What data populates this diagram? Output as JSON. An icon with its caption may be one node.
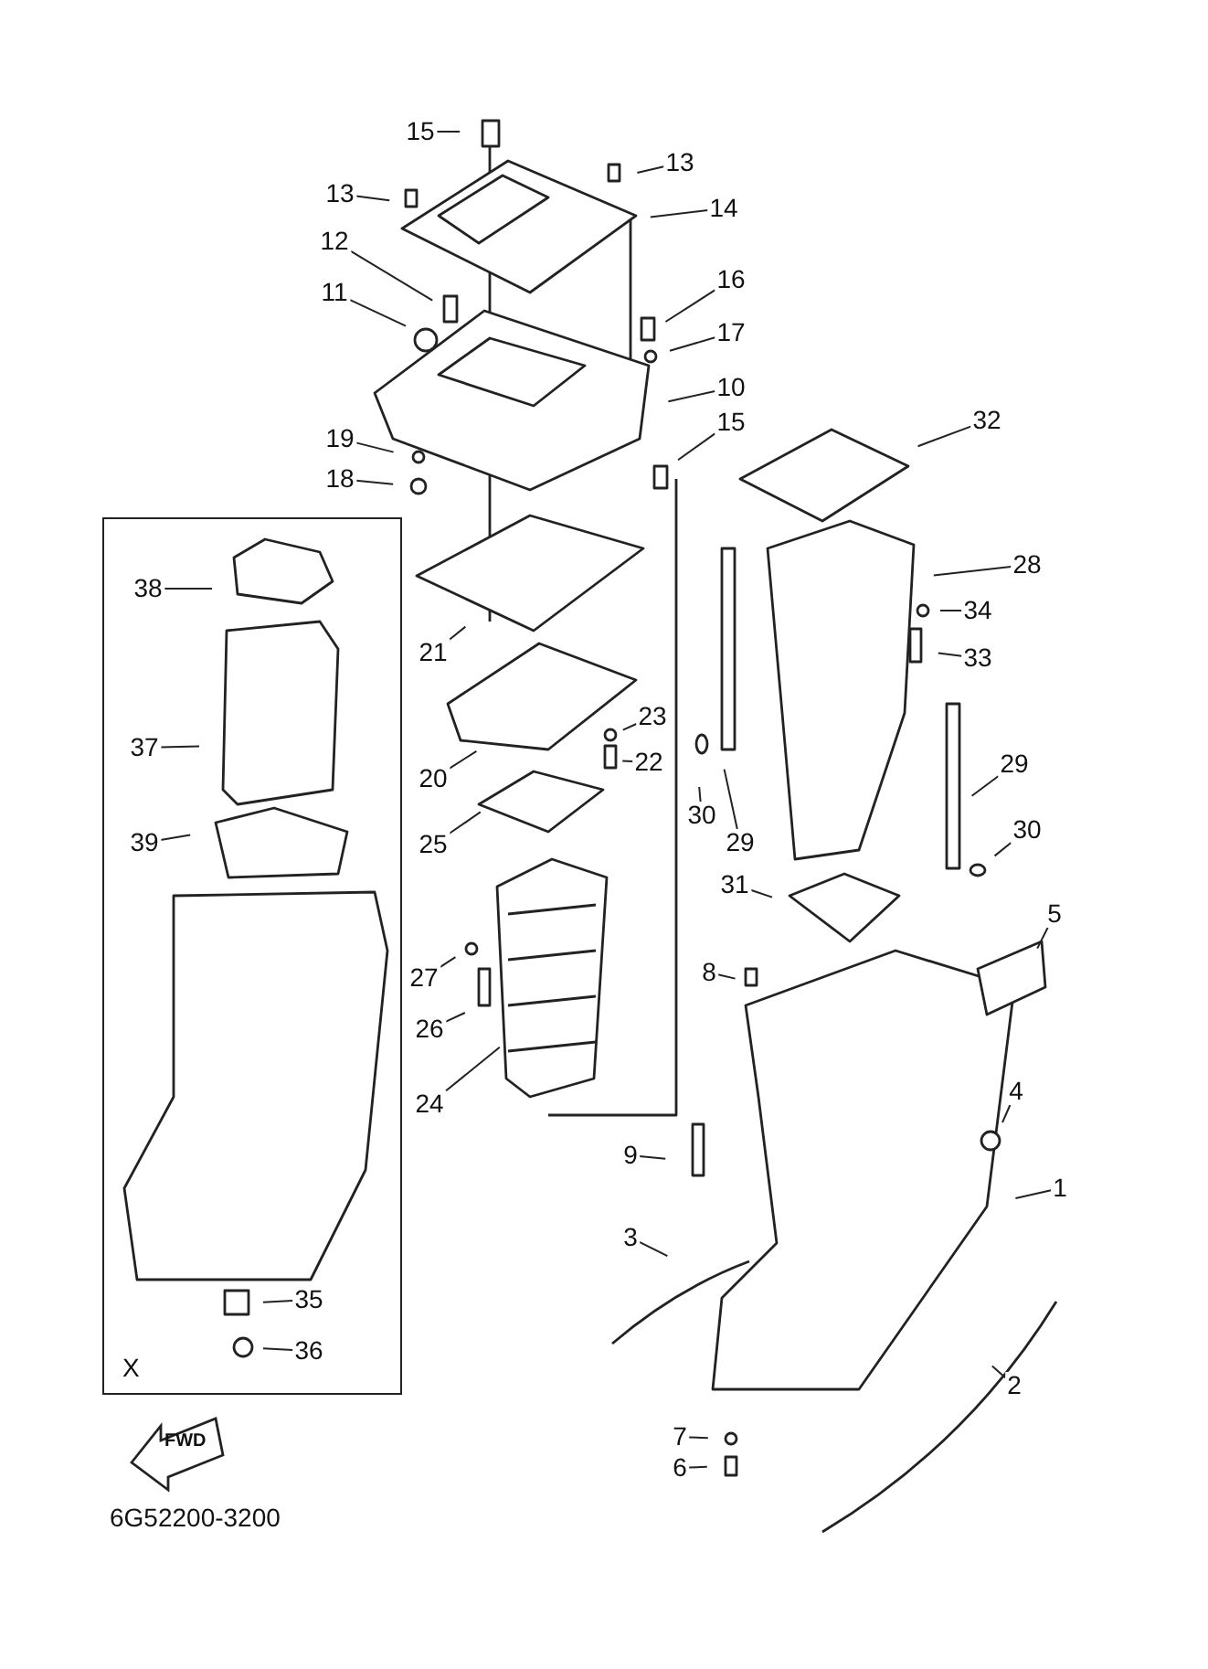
{
  "diagram": {
    "nodes": [
      {
        "text": [
          "15"
        ]
      },
      {
        "text": [
          "13"
        ]
      },
      {
        "text": [
          "13"
        ]
      },
      {
        "text": [
          "14"
        ]
      },
      {
        "text": [
          "12"
        ]
      },
      {
        "text": [
          "16"
        ]
      },
      {
        "text": [
          "11"
        ]
      },
      {
        "text": [
          "17"
        ]
      },
      {
        "text": [
          "10"
        ]
      },
      {
        "text": [
          "15"
        ]
      },
      {
        "text": [
          "32"
        ]
      },
      {
        "text": [
          "19"
        ]
      },
      {
        "text": [
          "18"
        ]
      },
      {
        "text": [
          "X"
        ]
      },
      {
        "text": [
          "38"
        ],
        "in": 13
      },
      {
        "text": [
          "28"
        ]
      },
      {
        "text": [
          "21"
        ]
      },
      {
        "text": [
          "34"
        ]
      },
      {
        "text": [
          "33"
        ]
      },
      {
        "text": [
          "37"
        ],
        "in": 13
      },
      {
        "text": [
          "23"
        ]
      },
      {
        "text": [
          "20"
        ]
      },
      {
        "text": [
          "22"
        ]
      },
      {
        "text": [
          "29"
        ]
      },
      {
        "text": [
          "30"
        ]
      },
      {
        "text": [
          "29"
        ]
      },
      {
        "text": [
          "39"
        ],
        "in": 13
      },
      {
        "text": [
          "25"
        ]
      },
      {
        "text": [
          "30"
        ]
      },
      {
        "text": [
          "31"
        ]
      },
      {
        "text": [
          "27"
        ]
      },
      {
        "text": [
          "5"
        ]
      },
      {
        "text": [
          "8"
        ]
      },
      {
        "text": [
          "26"
        ]
      },
      {
        "text": [
          "24"
        ]
      },
      {
        "text": [
          "4"
        ]
      },
      {
        "text": [
          "9"
        ]
      },
      {
        "text": [
          "1"
        ]
      },
      {
        "text": [
          "3"
        ]
      },
      {
        "text": [
          "35"
        ],
        "in": 13
      },
      {
        "text": [
          "36"
        ],
        "in": 13
      },
      {
        "text": [
          "2"
        ]
      },
      {
        "text": [
          "7"
        ]
      },
      {
        "text": [
          "6"
        ]
      }
    ],
    "edges": [
      {
        "from": 0,
        "to": null,
        "arrow": "none"
      },
      {
        "from": 1,
        "to": null,
        "arrow": "none"
      },
      {
        "from": 2,
        "to": null,
        "arrow": "none"
      },
      {
        "from": 3,
        "to": null,
        "arrow": "none"
      },
      {
        "from": 4,
        "to": null,
        "arrow": "none"
      },
      {
        "from": 5,
        "to": null,
        "arrow": "none"
      },
      {
        "from": 6,
        "to": null,
        "arrow": "none"
      },
      {
        "from": 7,
        "to": null,
        "arrow": "none"
      },
      {
        "from": 8,
        "to": null,
        "arrow": "none"
      },
      {
        "from": 9,
        "to": null,
        "arrow": "none"
      },
      {
        "from": 10,
        "to": null,
        "arrow": "none"
      },
      {
        "from": 11,
        "to": null,
        "arrow": "none"
      },
      {
        "from": 12,
        "to": null,
        "arrow": "none"
      },
      {
        "from": 14,
        "to": null,
        "arrow": "none"
      },
      {
        "from": 15,
        "to": null,
        "arrow": "none"
      },
      {
        "from": 16,
        "to": null,
        "arrow": "none"
      },
      {
        "from": 17,
        "to": null,
        "arrow": "none"
      },
      {
        "from": 18,
        "to": null,
        "arrow": "none"
      },
      {
        "from": 19,
        "to": null,
        "arrow": "none"
      },
      {
        "from": 20,
        "to": null,
        "arrow": "none"
      },
      {
        "from": 21,
        "to": null,
        "arrow": "none"
      },
      {
        "from": 22,
        "to": null,
        "arrow": "none"
      },
      {
        "from": 23,
        "to": null,
        "arrow": "none"
      },
      {
        "from": 24,
        "to": null,
        "arrow": "none"
      },
      {
        "from": 25,
        "to": null,
        "arrow": "none"
      },
      {
        "from": 26,
        "to": null,
        "arrow": "none"
      },
      {
        "from": 27,
        "to": null,
        "arrow": "none"
      },
      {
        "from": 28,
        "to": null,
        "arrow": "none"
      },
      {
        "from": 29,
        "to": null,
        "arrow": "none"
      },
      {
        "from": 30,
        "to": null,
        "arrow": "none"
      },
      {
        "from": 31,
        "to": null,
        "arrow": "none"
      },
      {
        "from": 32,
        "to": null,
        "arrow": "none"
      },
      {
        "from": 33,
        "to": null,
        "arrow": "none"
      },
      {
        "from": 34,
        "to": null,
        "arrow": "none"
      },
      {
        "from": 35,
        "to": null,
        "arrow": "none"
      },
      {
        "from": 36,
        "to": null,
        "arrow": "none"
      },
      {
        "from": 37,
        "to": null,
        "arrow": "none"
      },
      {
        "from": 38,
        "to": null,
        "arrow": "none"
      },
      {
        "from": 39,
        "to": null,
        "arrow": "none"
      },
      {
        "from": 40,
        "to": null,
        "arrow": "none"
      },
      {
        "from": 41,
        "to": null,
        "arrow": "none"
      },
      {
        "from": 42,
        "to": null,
        "arrow": "none"
      },
      {
        "from": 43,
        "to": null,
        "arrow": "none"
      }
    ],
    "labels": [
      "FWD",
      "6G52200-3200"
    ]
  }
}
